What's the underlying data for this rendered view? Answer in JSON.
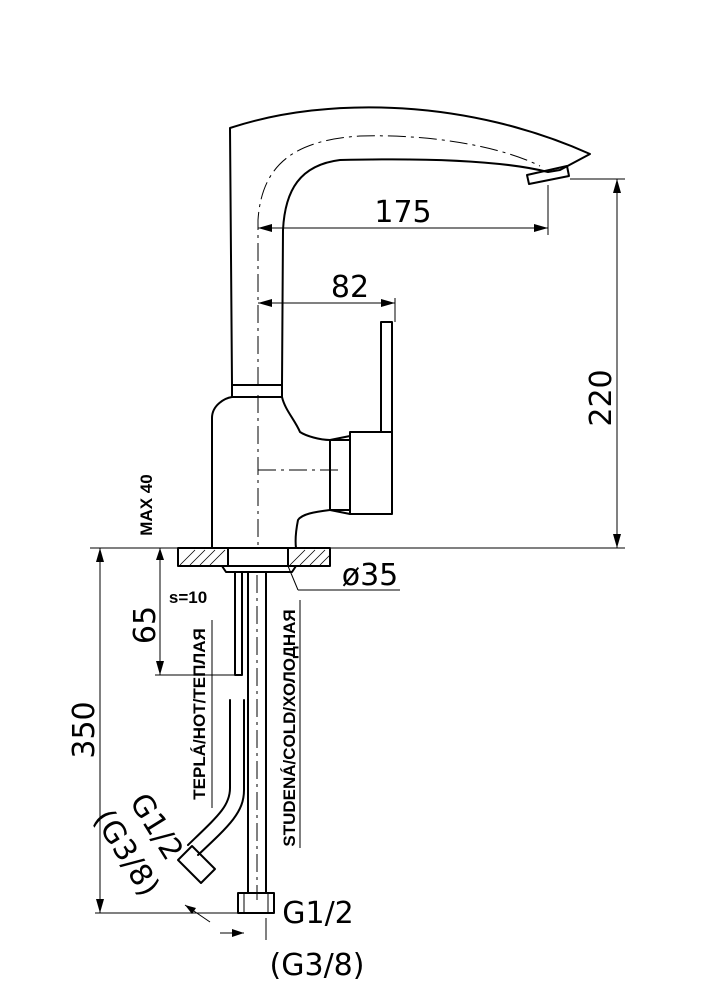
{
  "dimensions": {
    "reach": "175",
    "lever_offset": "82",
    "height": "220",
    "max_thickness": "MAX 40",
    "hole_diameter": "ø35",
    "shank_length": "65",
    "hose_length": "350",
    "wall": "s=10",
    "thread_hot": "G1/2",
    "thread_hot_alt": "(G3/8)",
    "thread_cold": "G1/2",
    "thread_cold_alt": "(G3/8)"
  },
  "labels": {
    "hot": "TEPLÁ/HOT/ТЕПЛАЯ",
    "cold": "STUDENÁ/COLD/ХОЛОДНАЯ"
  }
}
